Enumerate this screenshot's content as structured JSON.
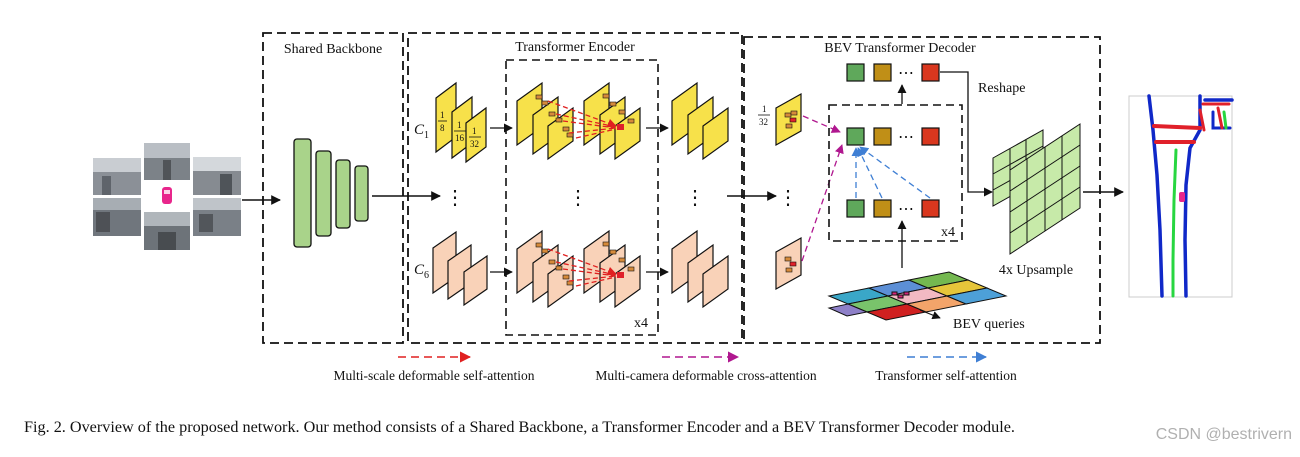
{
  "modules": {
    "backbone": "Shared Backbone",
    "encoder": "Transformer Encoder",
    "decoder": "BEV Transformer Decoder"
  },
  "scale_labels": {
    "c1": "C",
    "c1_sub": "1",
    "c6": "C",
    "c6_sub": "6",
    "f8": "1",
    "f8_den": "8",
    "f16": "1",
    "f16_den": "16",
    "f32": "1",
    "f32_den": "32",
    "dec_num": "1",
    "dec_den": "32"
  },
  "repeat_labels": {
    "encoder": "x4",
    "decoder": "x4"
  },
  "dots": {
    "vertical": "⋮",
    "horizontal": "⋯"
  },
  "decoder_labels": {
    "reshape": "Reshape",
    "upsample": "4x Upsample",
    "bev_queries": "BEV queries"
  },
  "legend": [
    {
      "label": "Multi-scale deformable self-attention",
      "color": "#e02020"
    },
    {
      "label": "Multi-camera deformable cross-attention",
      "color": "#b0178f"
    },
    {
      "label": "Transformer self-attention",
      "color": "#3f7fd4"
    }
  ],
  "caption": "Fig. 2.   Overview of the proposed network. Our method consists of a Shared Backbone, a Transformer Encoder and a BEV Transformer Decoder module.",
  "watermark": "CSDN @bestrivern",
  "colors": {
    "feature_yellow": "#f7e14a",
    "feature_peach": "#f9d2b8",
    "backbone_green": "#a9d38a",
    "grid_green": "#c7eaa9",
    "query_green": "#5fa85b",
    "query_brown": "#c08f17",
    "query_red": "#d9371e",
    "map_road": "#1028c8",
    "map_crossing": "#e0202a",
    "map_lane": "#28d640"
  }
}
